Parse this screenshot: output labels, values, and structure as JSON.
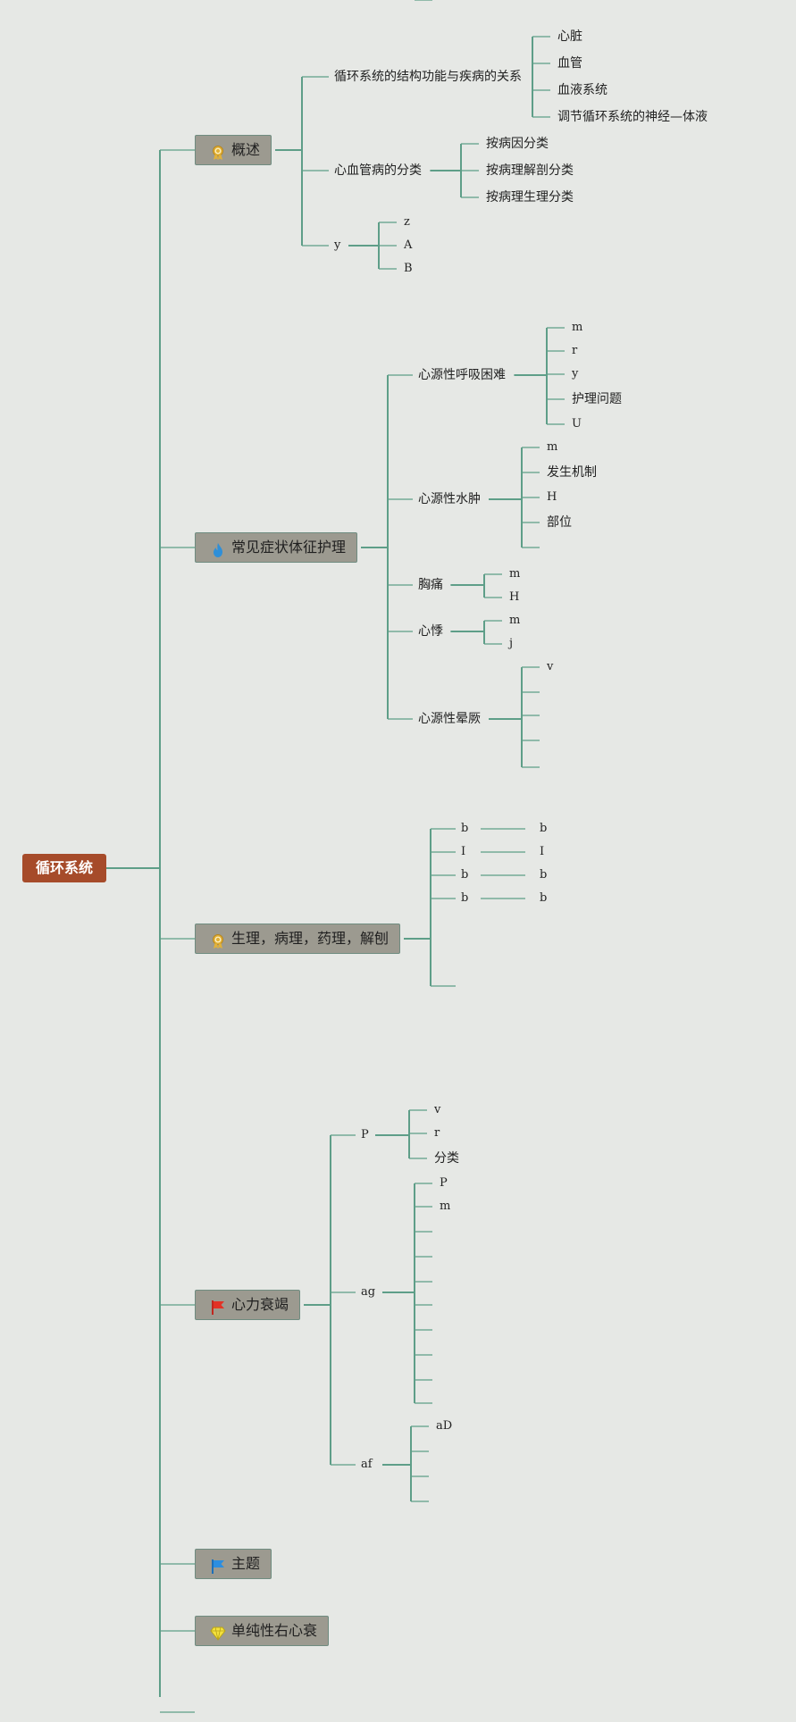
{
  "root": {
    "label": "循环系统"
  },
  "branches": [
    {
      "label": "概述",
      "icon": "ribbon-medal-icon",
      "children": [
        {
          "label": "循环系统的结构功能与疾病的关系",
          "children": [
            "心脏",
            "血管",
            "血液系统",
            "调节循环系统的神经—体液"
          ]
        },
        {
          "label": "心血管病的分类",
          "children": [
            "按病因分类",
            "按病理解剖分类",
            "按病理生理分类"
          ]
        },
        {
          "label": "y",
          "children": [
            "z",
            "A",
            "B"
          ]
        }
      ]
    },
    {
      "label": "常见症状体征护理",
      "icon": "flame-icon",
      "children": [
        {
          "label": "心源性呼吸困难",
          "children": [
            "m",
            "r",
            "y",
            "护理问题",
            "U"
          ]
        },
        {
          "label": "心源性水肿",
          "children": [
            "m",
            "发生机制",
            "H",
            "部位",
            ""
          ]
        },
        {
          "label": "胸痛",
          "children": [
            "m",
            "H"
          ]
        },
        {
          "label": "心悸",
          "children": [
            "m",
            "j"
          ]
        },
        {
          "label": "心源性晕厥",
          "children": [
            "v",
            "",
            "",
            "",
            ""
          ]
        }
      ]
    },
    {
      "label": "生理，病理，药理，解刨",
      "icon": "ribbon-medal-icon",
      "children": [
        {
          "label": "b",
          "children": [
            "b"
          ]
        },
        {
          "label": "I",
          "children": [
            "I"
          ]
        },
        {
          "label": "b",
          "children": [
            "b"
          ]
        },
        {
          "label": "b",
          "children": [
            "b"
          ]
        },
        {
          "label": "",
          "children": []
        }
      ]
    },
    {
      "label": "心力衰竭",
      "icon": "red-flag-icon",
      "children": [
        {
          "label": "P",
          "children": [
            "v",
            "r",
            "分类"
          ]
        },
        {
          "label": "ag",
          "children": [
            "P",
            "m",
            "",
            "",
            "",
            "",
            "",
            "",
            "",
            "",
            ""
          ]
        },
        {
          "label": "af",
          "children": [
            "aD",
            "",
            "",
            ""
          ]
        }
      ]
    },
    {
      "label": "主题",
      "icon": "blue-flag-icon",
      "children": []
    },
    {
      "label": "单纯性右心衰",
      "icon": "diamond-icon",
      "children": []
    },
    {
      "label": "",
      "icon": "",
      "children": []
    }
  ],
  "colors": {
    "background": "#e6e8e5",
    "connector": "#5e9e88",
    "root_fill": "#a64b2a",
    "topic_fill": "#9c9a90"
  }
}
